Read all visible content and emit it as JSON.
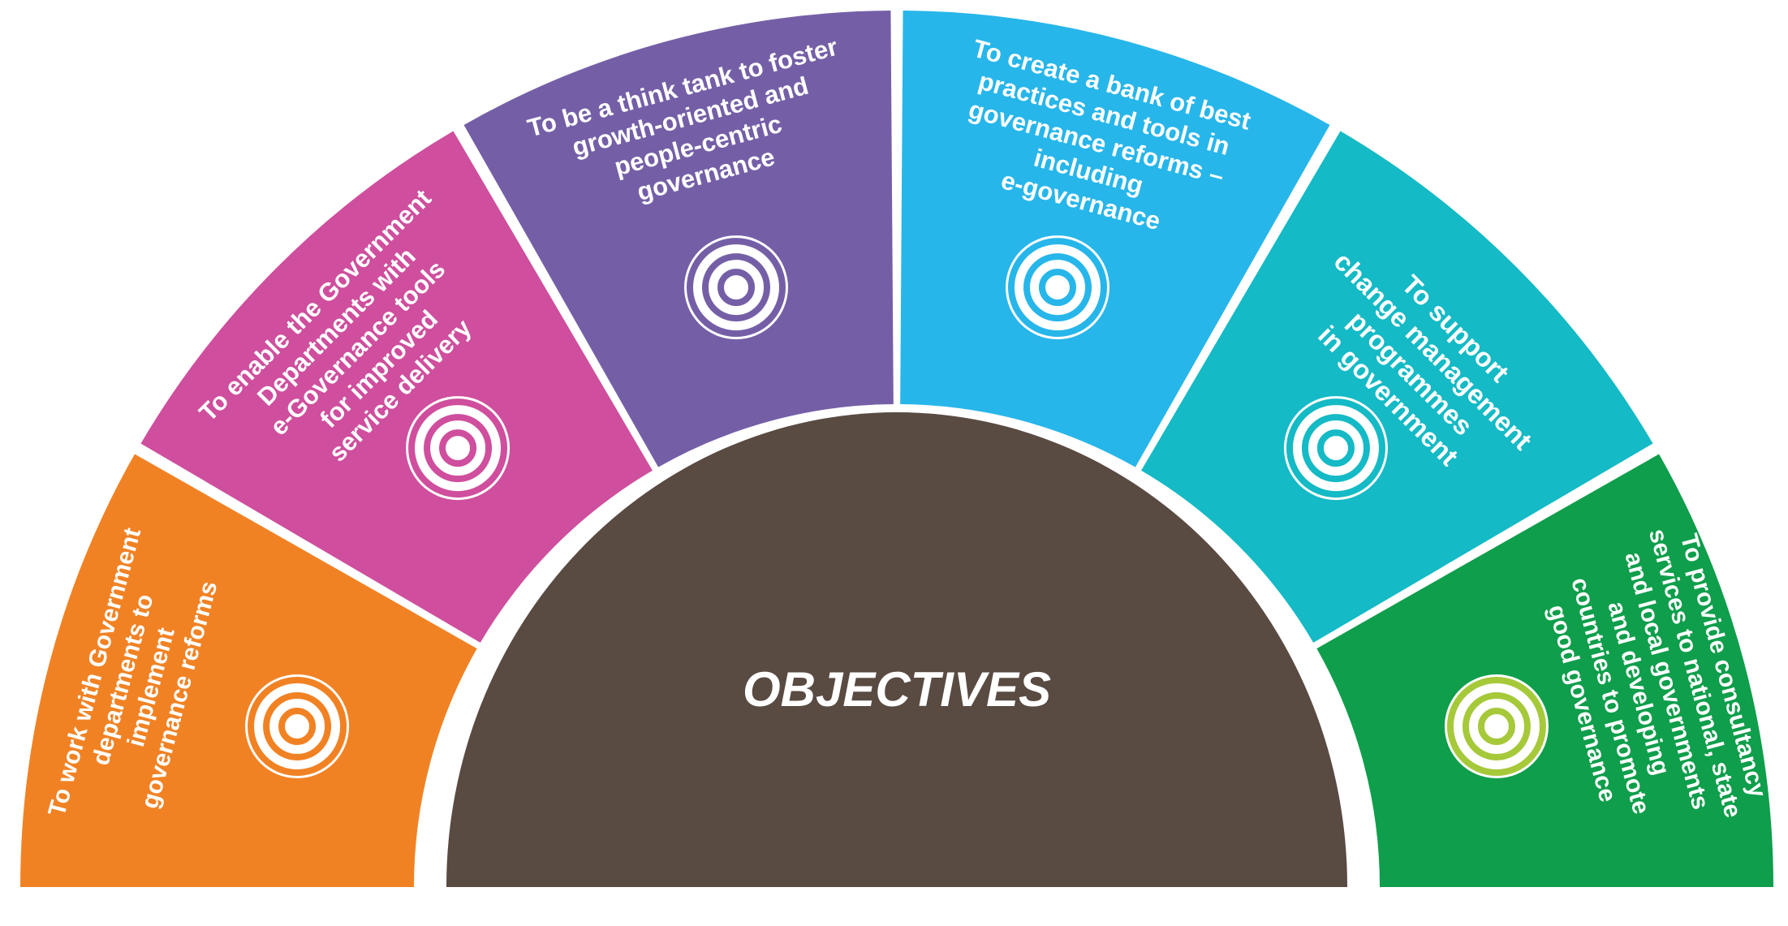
{
  "center": {
    "label": "OBJECTIVES",
    "color": "#594a42"
  },
  "segments": [
    {
      "id": "orange",
      "color": "#f18224",
      "lines": [
        "To work with Government",
        "departments to",
        "implement",
        "governance reforms"
      ]
    },
    {
      "id": "magenta",
      "color": "#cf4e9d",
      "lines": [
        "To enable the Government",
        "Departments with",
        "e-Governance tools",
        "for improved",
        "service delivery"
      ]
    },
    {
      "id": "purple",
      "color": "#745fa7",
      "lines": [
        "To be a think tank to foster",
        "growth-oriented and",
        "people-centric",
        "governance"
      ]
    },
    {
      "id": "sky",
      "color": "#27b6ea",
      "lines": [
        "To create a bank of best",
        "practices and tools in",
        "governance reforms –",
        "including",
        "e-governance"
      ]
    },
    {
      "id": "teal",
      "color": "#14bac5",
      "lines": [
        "To support",
        "change management",
        "programmes",
        "in government"
      ]
    },
    {
      "id": "green",
      "color": "#0f9e4b",
      "target_color": "#a6c93a",
      "lines": [
        "To provide consultancy",
        "services to national, state",
        "and local governments",
        "and developing",
        "countries to promote",
        "good governance"
      ]
    }
  ]
}
